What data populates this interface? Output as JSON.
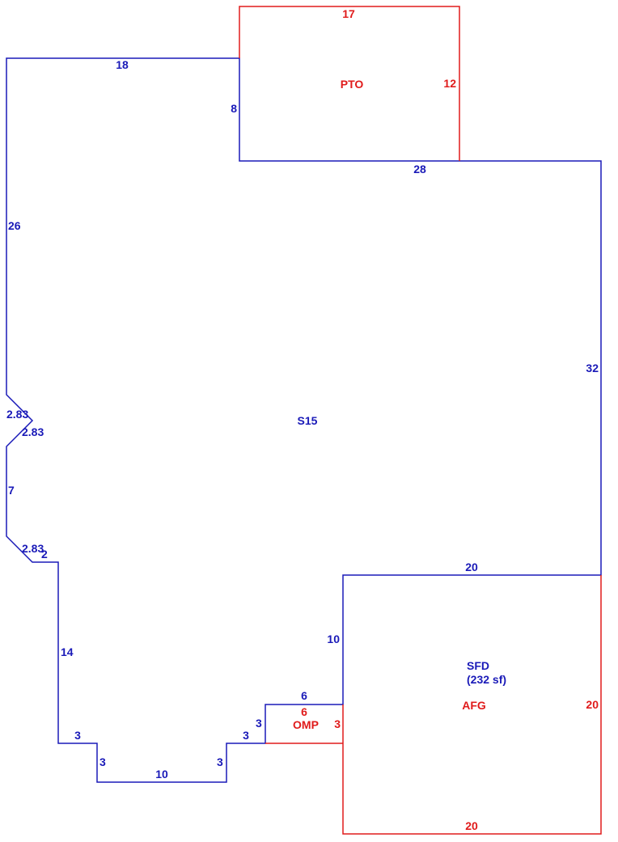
{
  "colors": {
    "main": "#1a1ab8",
    "addition": "#e01b1b",
    "background": "#ffffff"
  },
  "areas": {
    "main": "S15",
    "porch": "PTO",
    "garage": "AFG",
    "stoop": "OMP",
    "sfd_title": "SFD",
    "sfd_area": "(232 sf)"
  },
  "dimensions": {
    "top_left_18": "18",
    "left_26": "26",
    "left_notch_a": "2.83",
    "left_notch_b": "2.83",
    "left_7": "7",
    "left_notch_c": "2.83",
    "step_2": "2",
    "left_14": "14",
    "bottom_step_3a": "3",
    "bottom_step_3b": "3",
    "bottom_10": "10",
    "bottom_step_3c": "3",
    "bottom_step_3d": "3",
    "stoop_left_3": "3",
    "stoop_top_6": "6",
    "garage_left_10": "10",
    "garage_top_20": "20",
    "right_32": "32",
    "porch_join_8": "8",
    "porch_bottom_28": "28",
    "porch_top_17": "17",
    "porch_right_12": "12",
    "stoop_bottom_6": "6",
    "stoop_right_3": "3",
    "garage_right_20": "20",
    "garage_bottom_20": "20"
  }
}
